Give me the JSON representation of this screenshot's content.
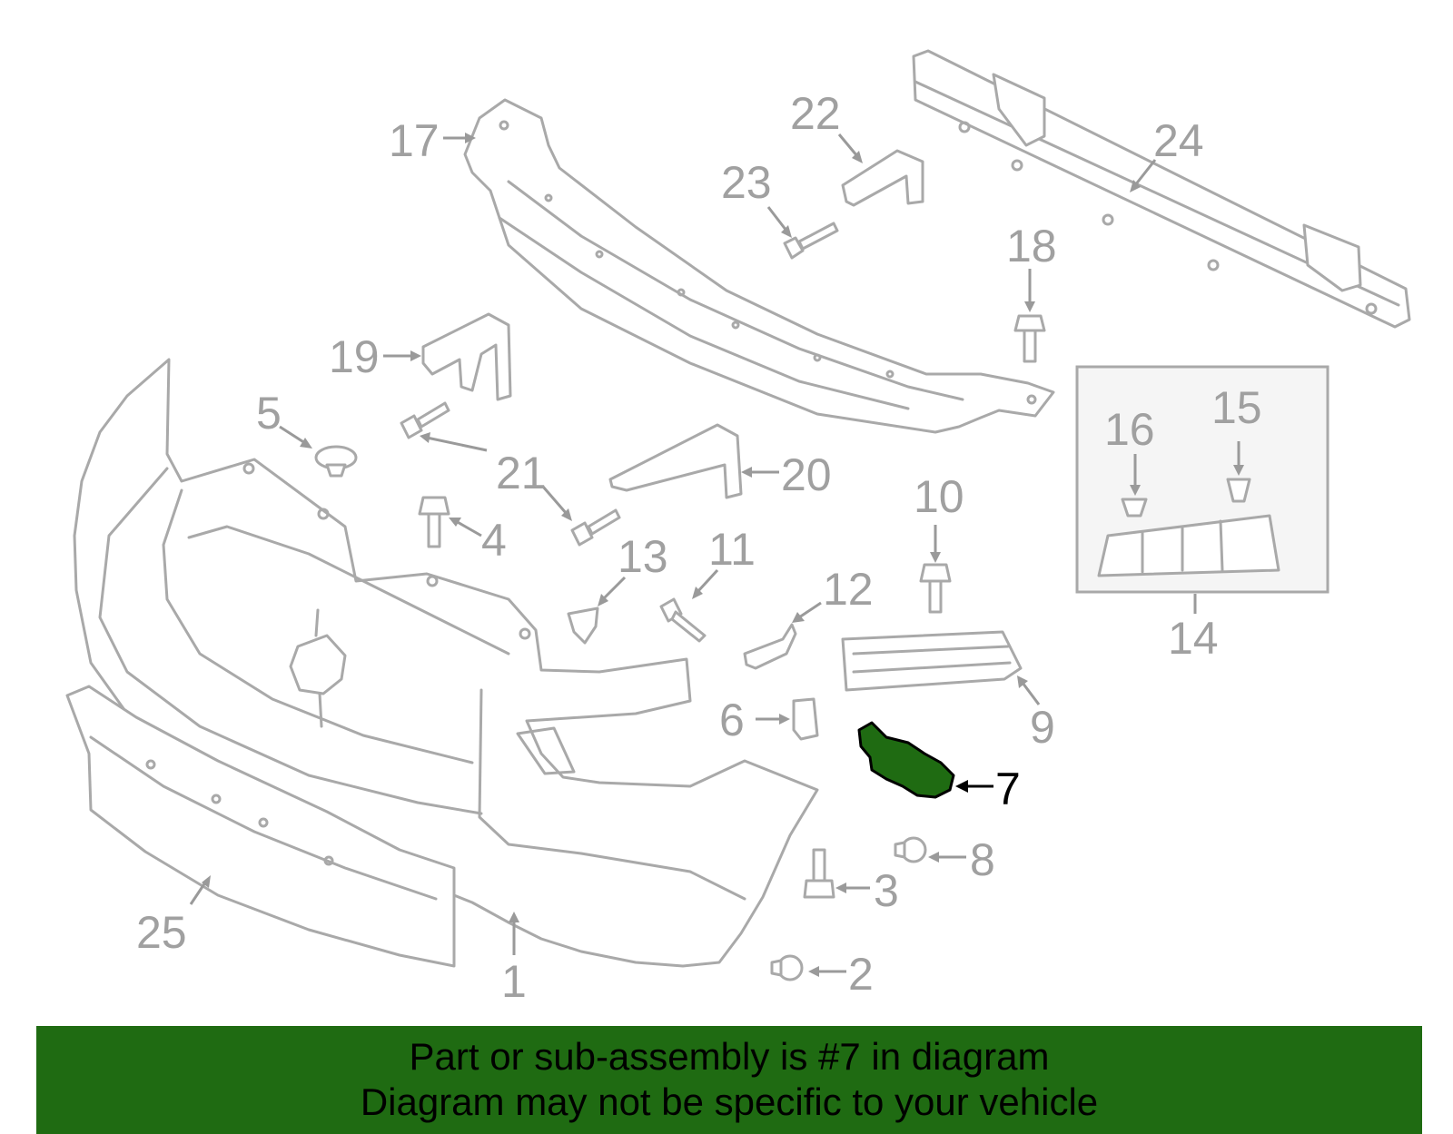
{
  "callouts": [
    "1",
    "2",
    "3",
    "4",
    "5",
    "6",
    "7",
    "8",
    "9",
    "10",
    "11",
    "12",
    "13",
    "14",
    "15",
    "16",
    "17",
    "18",
    "19",
    "20",
    "21",
    "22",
    "23",
    "24",
    "25"
  ],
  "highlighted_part": "7",
  "colors": {
    "highlight": "#1f6b12",
    "parts": "#a9a9a9",
    "callout_text": "#a0a0a0"
  },
  "banner": {
    "line1": "Part or sub-assembly is #7 in diagram",
    "line2": "Diagram may not be specific to your vehicle"
  }
}
